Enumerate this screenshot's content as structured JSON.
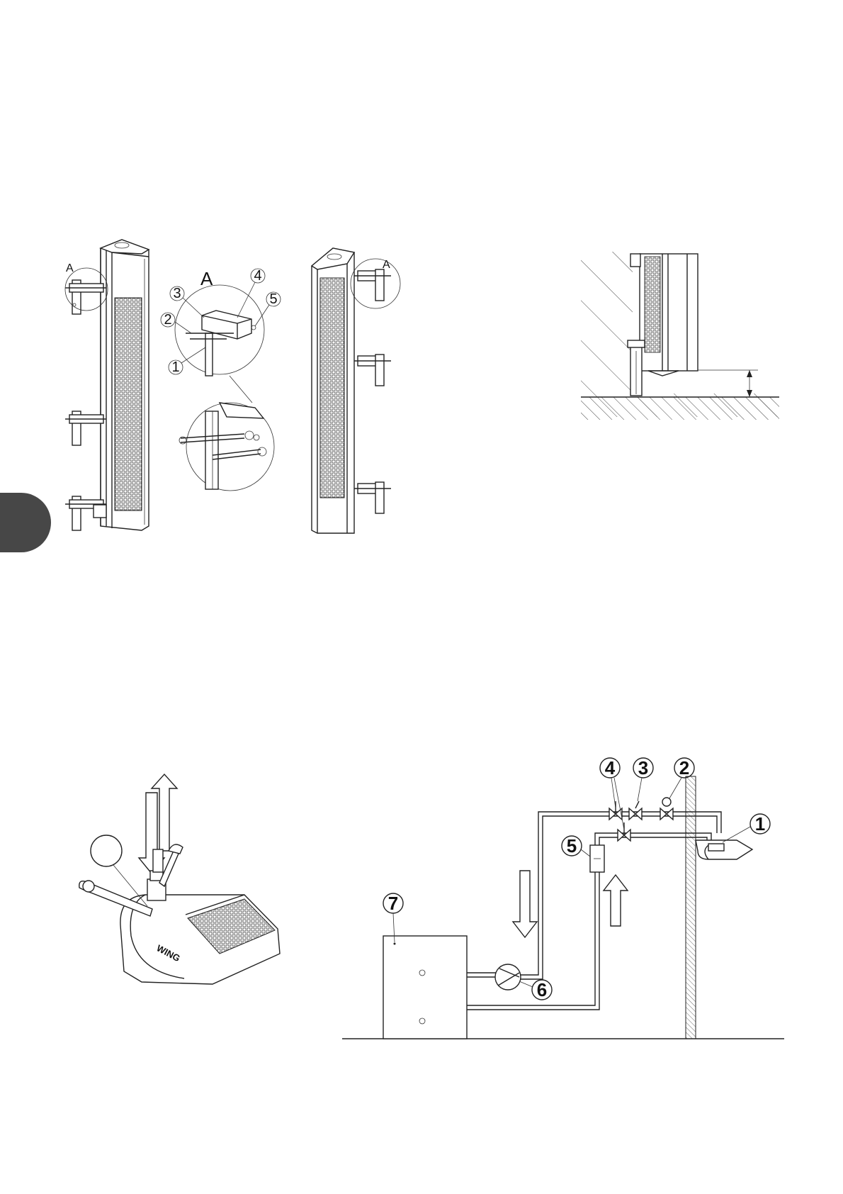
{
  "colors": {
    "line": "#222222",
    "tab": "#474747",
    "background": "#ffffff"
  },
  "fig_mount": {
    "detail_letter": "A",
    "callouts": [
      "1",
      "2",
      "3",
      "4",
      "5"
    ]
  },
  "fig_piping": {
    "callouts": [
      "1",
      "2",
      "3",
      "4",
      "5",
      "6",
      "7"
    ]
  },
  "fig_connection": {
    "brand_text": "WING"
  }
}
